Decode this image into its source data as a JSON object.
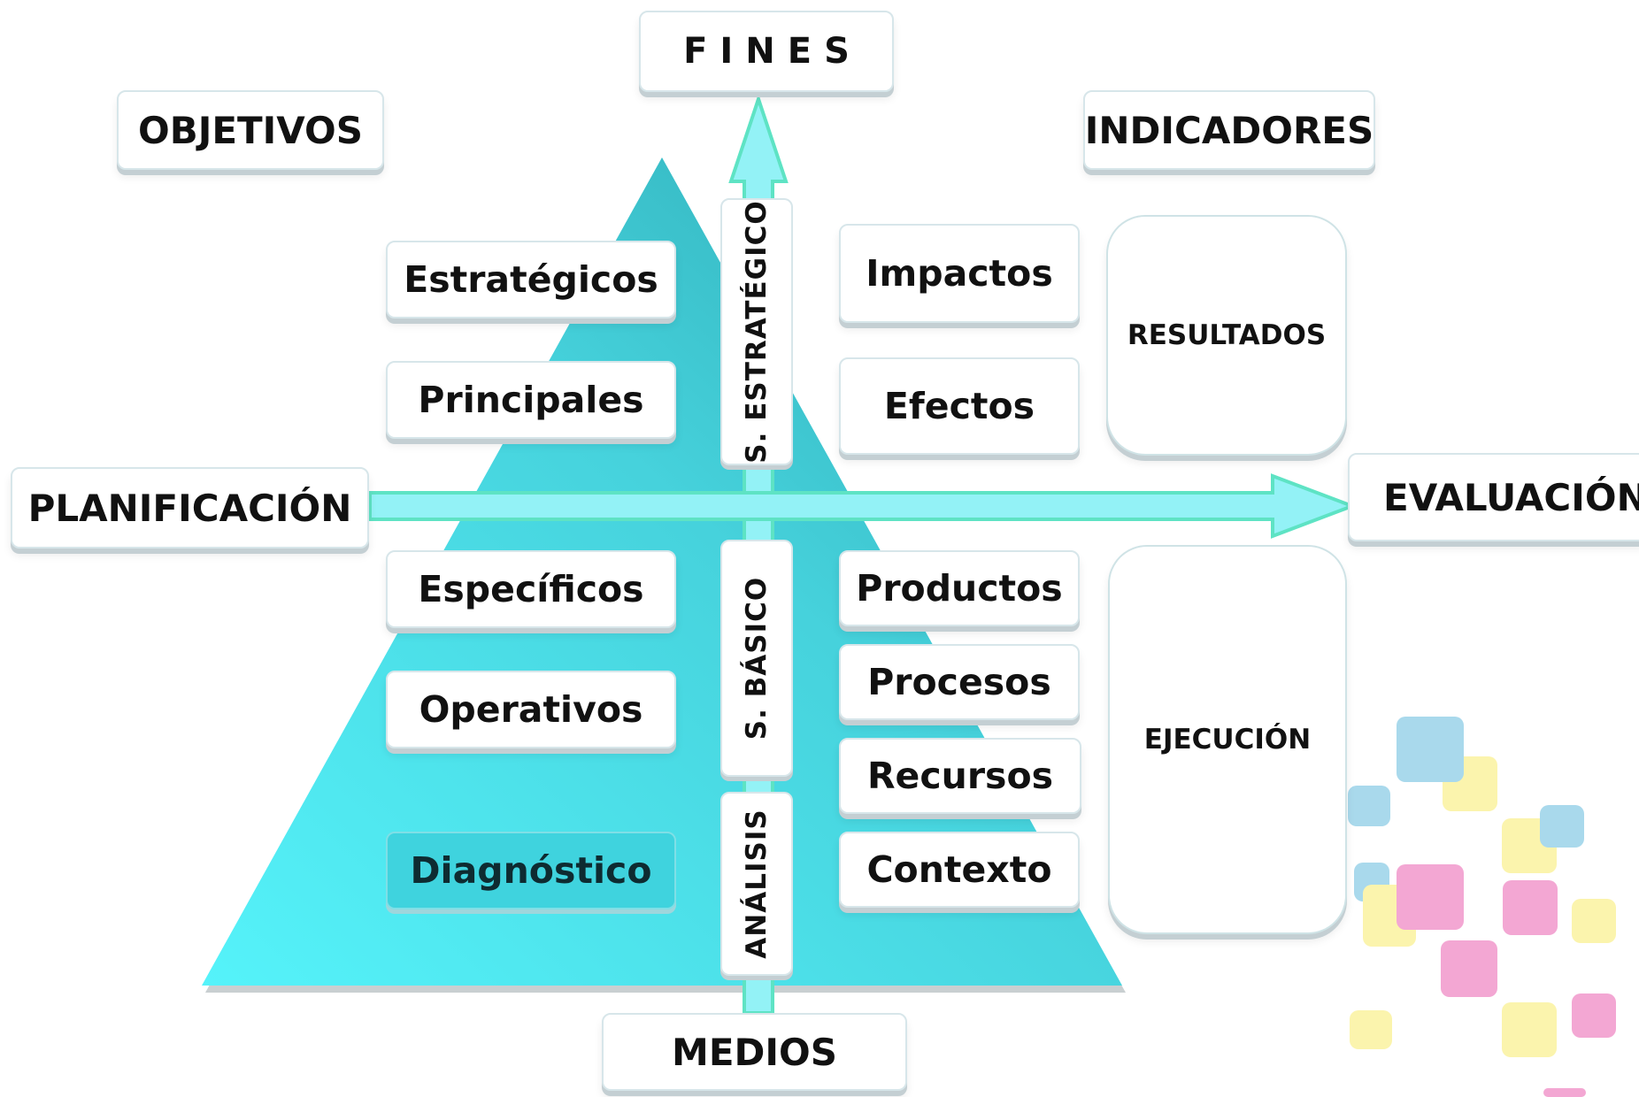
{
  "top": {
    "fines": "FINES",
    "medios": "MEDIOS"
  },
  "headers": {
    "objetivos": "OBJETIVOS",
    "indicadores": "INDICADORES"
  },
  "axis": {
    "planificacion": "PLANIFICACIÓN",
    "evaluacion": "EVALUACIÓN"
  },
  "objetivos": {
    "estrategicos": "Estratégicos",
    "principales": "Principales",
    "especificos": "Específicos",
    "operativos": "Operativos",
    "diagnostico": "Diagnóstico"
  },
  "levels": {
    "estrategico": "S. ESTRATÉGICO",
    "basico": "S. BÁSICO",
    "analisis": "ANÁLISIS"
  },
  "indicadores": {
    "impactos": "Impactos",
    "efectos": "Efectos",
    "productos": "Productos",
    "procesos": "Procesos",
    "recursos": "Recursos",
    "contexto": "Contexto"
  },
  "groups": {
    "resultados": "RESULTADOS",
    "ejecucion": "EJECUCIÓN"
  },
  "colors": {
    "pyramid_light": "#55f3fa",
    "pyramid_dark": "#2aa6b0",
    "arrow_fill": "#93f2f6",
    "arrow_stroke": "#5ee3c4",
    "decor_blue": "#a9d9ec",
    "decor_yellow": "#fbf4ad",
    "decor_pink": "#f3a7d3"
  }
}
